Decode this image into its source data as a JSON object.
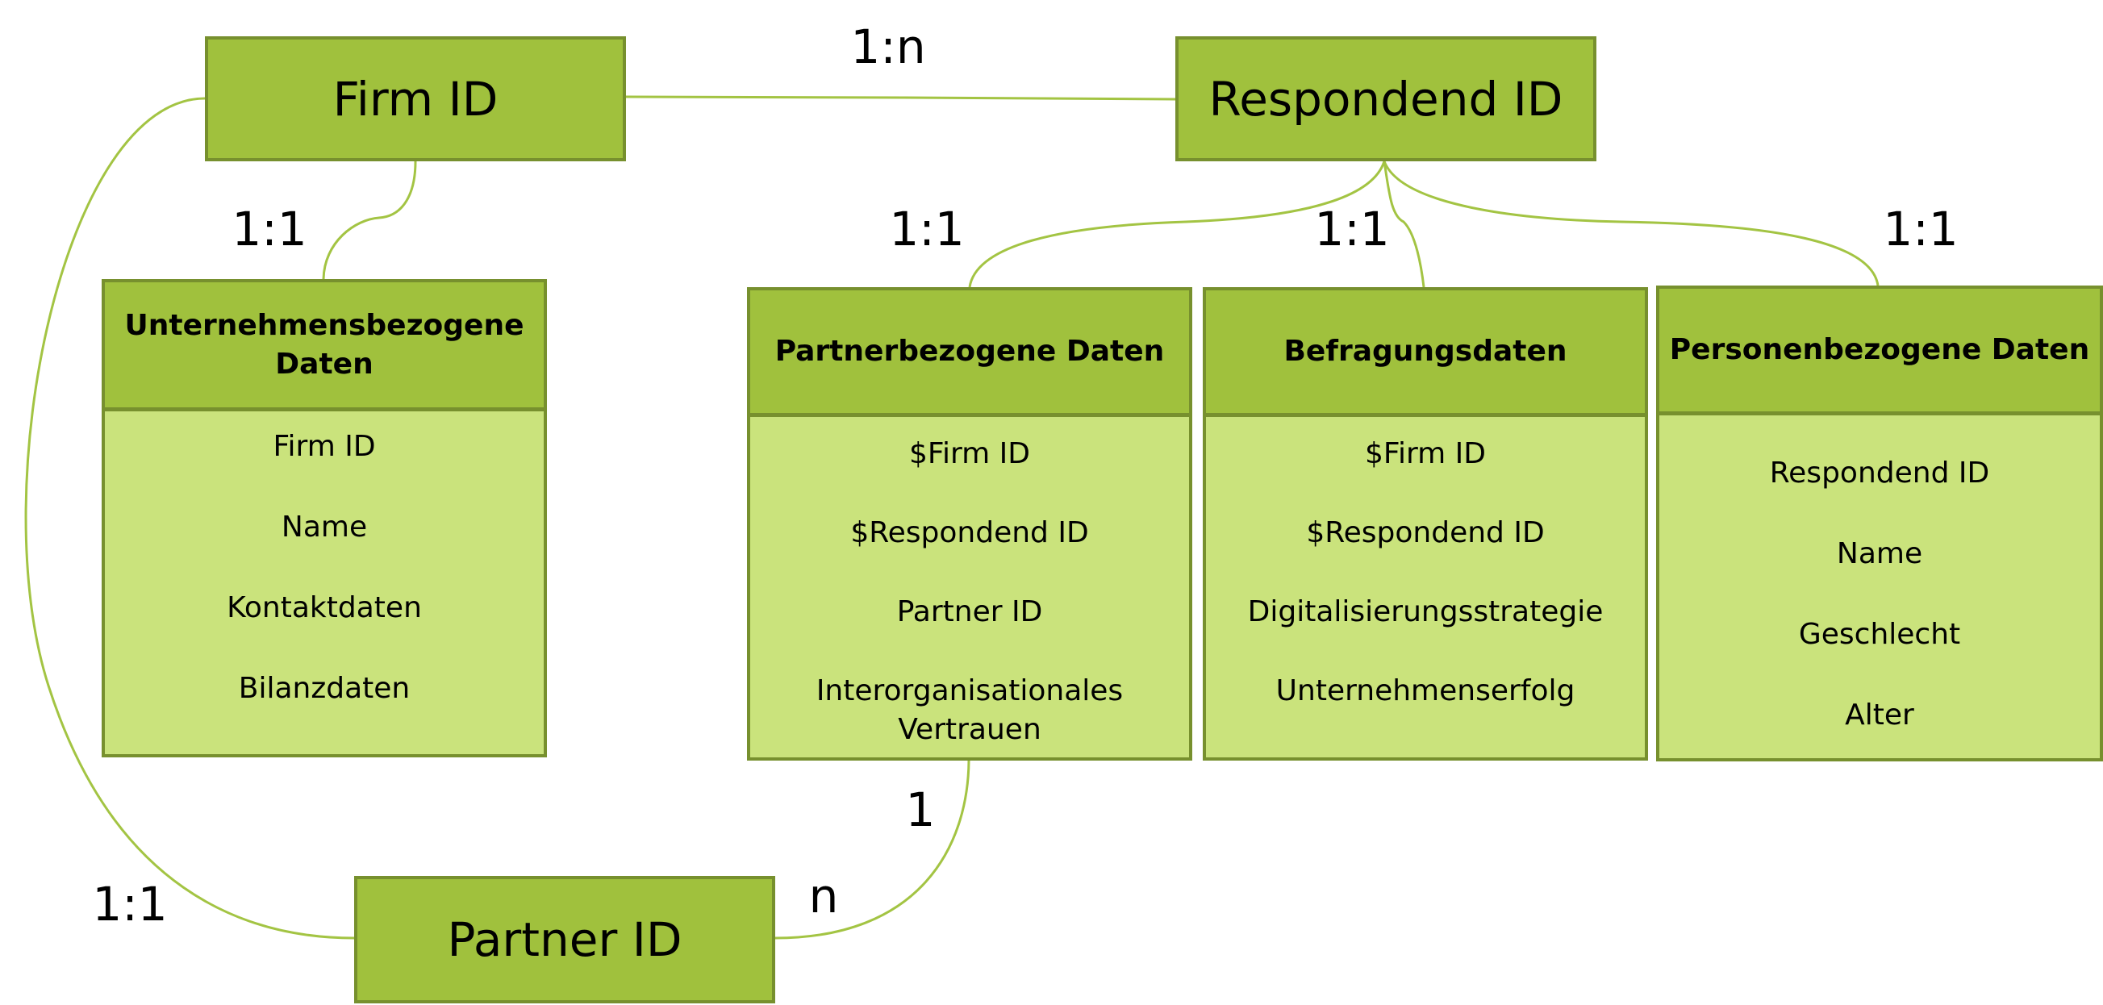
{
  "diagram": {
    "key_boxes": {
      "firm": "Firm ID",
      "respondend": "Respondend ID",
      "partner": "Partner ID"
    },
    "entities": {
      "unternehmen": {
        "title": "Unternehmensbezogene Daten",
        "attributes": [
          "Firm ID",
          "Name",
          "Kontaktdaten",
          "Bilanzdaten"
        ]
      },
      "partner": {
        "title": "Partnerbezogene Daten",
        "attributes": [
          "$Firm ID",
          "$Respondend ID",
          "Partner ID",
          "Interorganisationales Vertrauen"
        ]
      },
      "befragung": {
        "title": "Befragungsdaten",
        "attributes": [
          "$Firm ID",
          "$Respondend ID",
          "Digitalisierungsstrategie",
          "Unternehmenserfolg"
        ]
      },
      "person": {
        "title": "Personenbezogene Daten",
        "attributes": [
          "Respondend ID",
          "Name",
          "Geschlecht",
          "Alter"
        ]
      }
    },
    "cardinalities": {
      "firm_respondend": "1:n",
      "firm_unternehmen": "1:1",
      "respondend_partner": "1:1",
      "respondend_befragung": "1:1",
      "respondend_person": "1:1",
      "partnerdaten_side": "1",
      "partnerid_side": "n",
      "firm_partnerid": "1:1"
    },
    "colors": {
      "key_fill": "#a0c13d",
      "entity_body_fill": "#cae37c",
      "border": "#77902e",
      "connector": "#a0c13d"
    }
  }
}
